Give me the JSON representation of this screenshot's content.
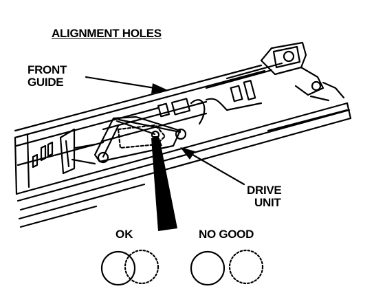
{
  "title": "ALIGNMENT HOLES",
  "labels": {
    "front_guide": [
      "FRONT",
      "GUIDE"
    ],
    "drive_unit": [
      "DRIVE",
      "UNIT"
    ],
    "ok": "OK",
    "no_good": "NO GOOD"
  },
  "colors": {
    "ink": "#000000",
    "paper": "#ffffff"
  }
}
